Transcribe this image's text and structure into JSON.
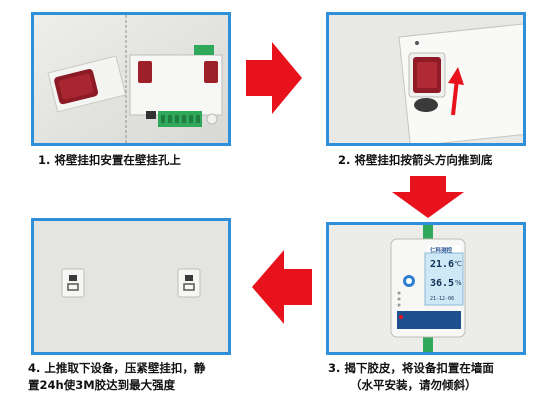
{
  "steps": [
    {
      "number": "1.",
      "text": "将壁挂扣安置在壁挂孔上"
    },
    {
      "number": "2.",
      "text": "将壁挂扣按箭头方向推到底"
    },
    {
      "number": "3.",
      "line1": "揭下胶皮，将设备扣置在墙面",
      "line2": "（水平安装，请勿倾斜）"
    },
    {
      "number": "4.",
      "line1": "上推取下设备，压紧壁挂扣，静",
      "line2": "置24h使3M胶达到最大强度"
    }
  ],
  "device": {
    "brand": "仁科测控",
    "temperature": "21.6",
    "temperature_unit": "℃",
    "humidity": "36.5",
    "humidity_unit": "%",
    "date": "21-12-06"
  },
  "colors": {
    "border": "#2f8fd8",
    "arrow": "#e8121c",
    "device_screen": "#cfe8f6"
  },
  "icons": [
    "arrow-right-icon",
    "arrow-down-icon",
    "arrow-left-icon"
  ]
}
